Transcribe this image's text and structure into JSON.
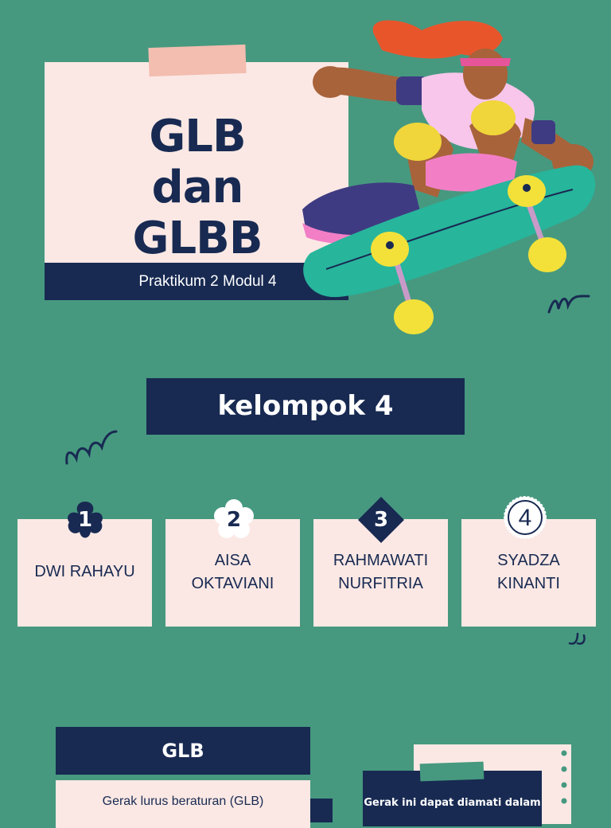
{
  "title": {
    "line1": "GLB",
    "line2": "dan GLBB",
    "subtitle": "Praktikum 2 Modul 4"
  },
  "group": {
    "label": "kelompok 4"
  },
  "members": [
    {
      "number": "1",
      "name_line1": "DWI RAHAYU",
      "name_line2": ""
    },
    {
      "number": "2",
      "name_line1": "AISA",
      "name_line2": "OKTAVIANI"
    },
    {
      "number": "3",
      "name_line1": "RAHMAWATI",
      "name_line2": "NURFITRIA"
    },
    {
      "number": "4",
      "name_line1": "SYADZA",
      "name_line2": "KINANTI"
    }
  ],
  "glb": {
    "heading": "GLB",
    "body": "Gerak lurus beraturan (GLB)",
    "note": "Gerak ini dapat diamati dalam"
  },
  "colors": {
    "background": "#46997f",
    "navy": "#182a52",
    "cream": "#fbe8e4",
    "tape": "#f3bdb0"
  }
}
